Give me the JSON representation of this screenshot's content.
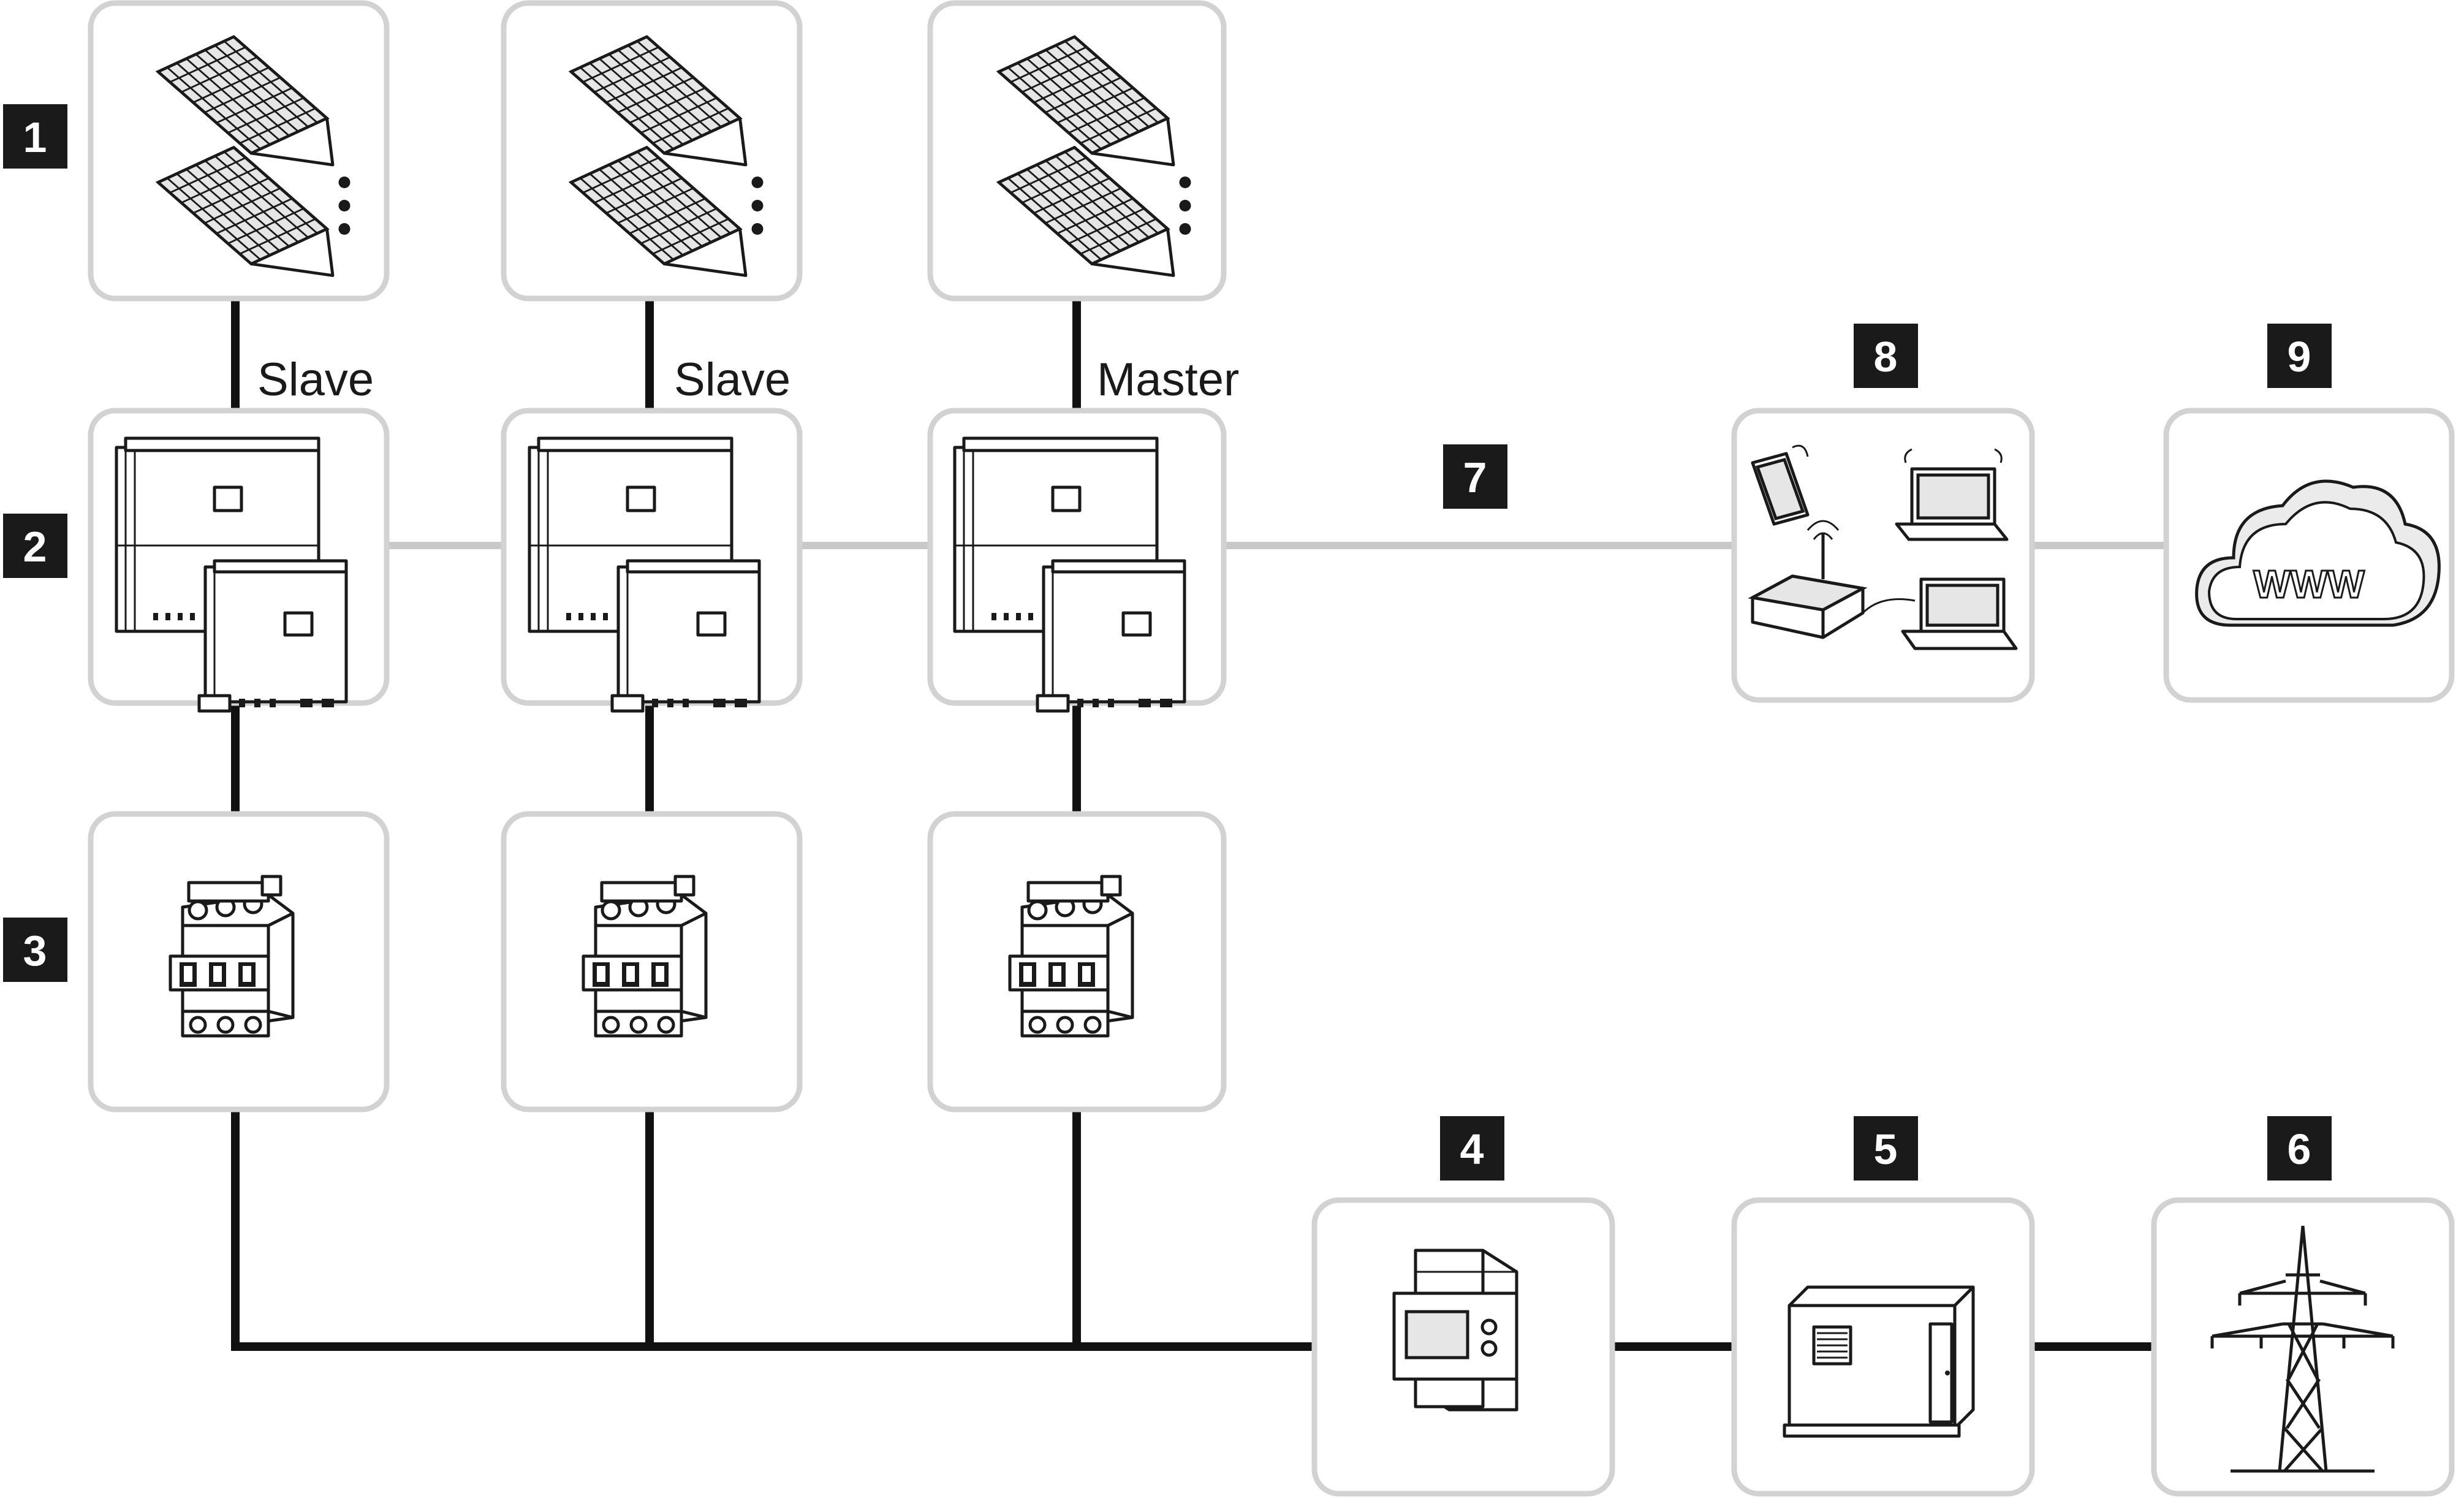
{
  "legend_numbers": [
    "1",
    "2",
    "3",
    "4",
    "5",
    "6",
    "7",
    "8",
    "9"
  ],
  "roles": [
    "Slave",
    "Slave",
    "Master"
  ],
  "cloud_text": "WWW",
  "icons": {
    "pv_strings": "solar-panel-icon",
    "inverter": "inverter-icon",
    "breaker": "circuit-breaker-icon",
    "energy_meter": "energy-meter-icon",
    "transformer": "transformer-station-icon",
    "grid": "power-pylon-icon",
    "network": "router-devices-icon",
    "internet": "cloud-icon"
  },
  "colors": {
    "ac_wire": "#111111",
    "data_wire": "#c8c8c8",
    "box_border": "#d2d2d2",
    "badge": "#1a1a1a"
  }
}
